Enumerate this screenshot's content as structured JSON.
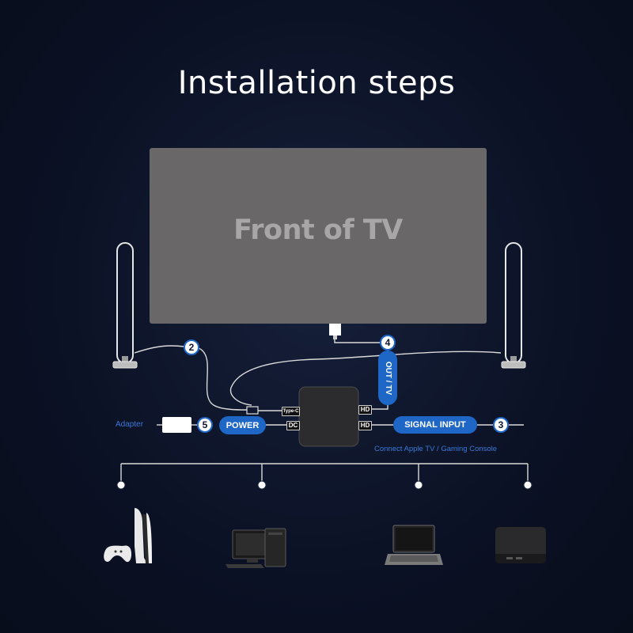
{
  "title": "Installation steps",
  "tv_label": "Front of TV",
  "labels": {
    "out_tv": "OUT / TV",
    "signal_input": "SIGNAL INPUT",
    "power": "POWER",
    "adapter": "Adapter",
    "connect_note": "Connect Apple TV / Gaming Console"
  },
  "ports": {
    "type_c": "Type-C",
    "dc": "DC",
    "hd_top": "HD",
    "hd_bottom": "HD"
  },
  "steps": [
    "2",
    "4",
    "3",
    "5"
  ],
  "colors": {
    "background": "#0b1124",
    "accent_blue": "#1f67c7",
    "tv_gray": "#6a6768",
    "cable": "#d9d9d9"
  },
  "devices": [
    "game-console-icon",
    "desktop-computer-icon",
    "laptop-icon",
    "streaming-box-icon"
  ]
}
